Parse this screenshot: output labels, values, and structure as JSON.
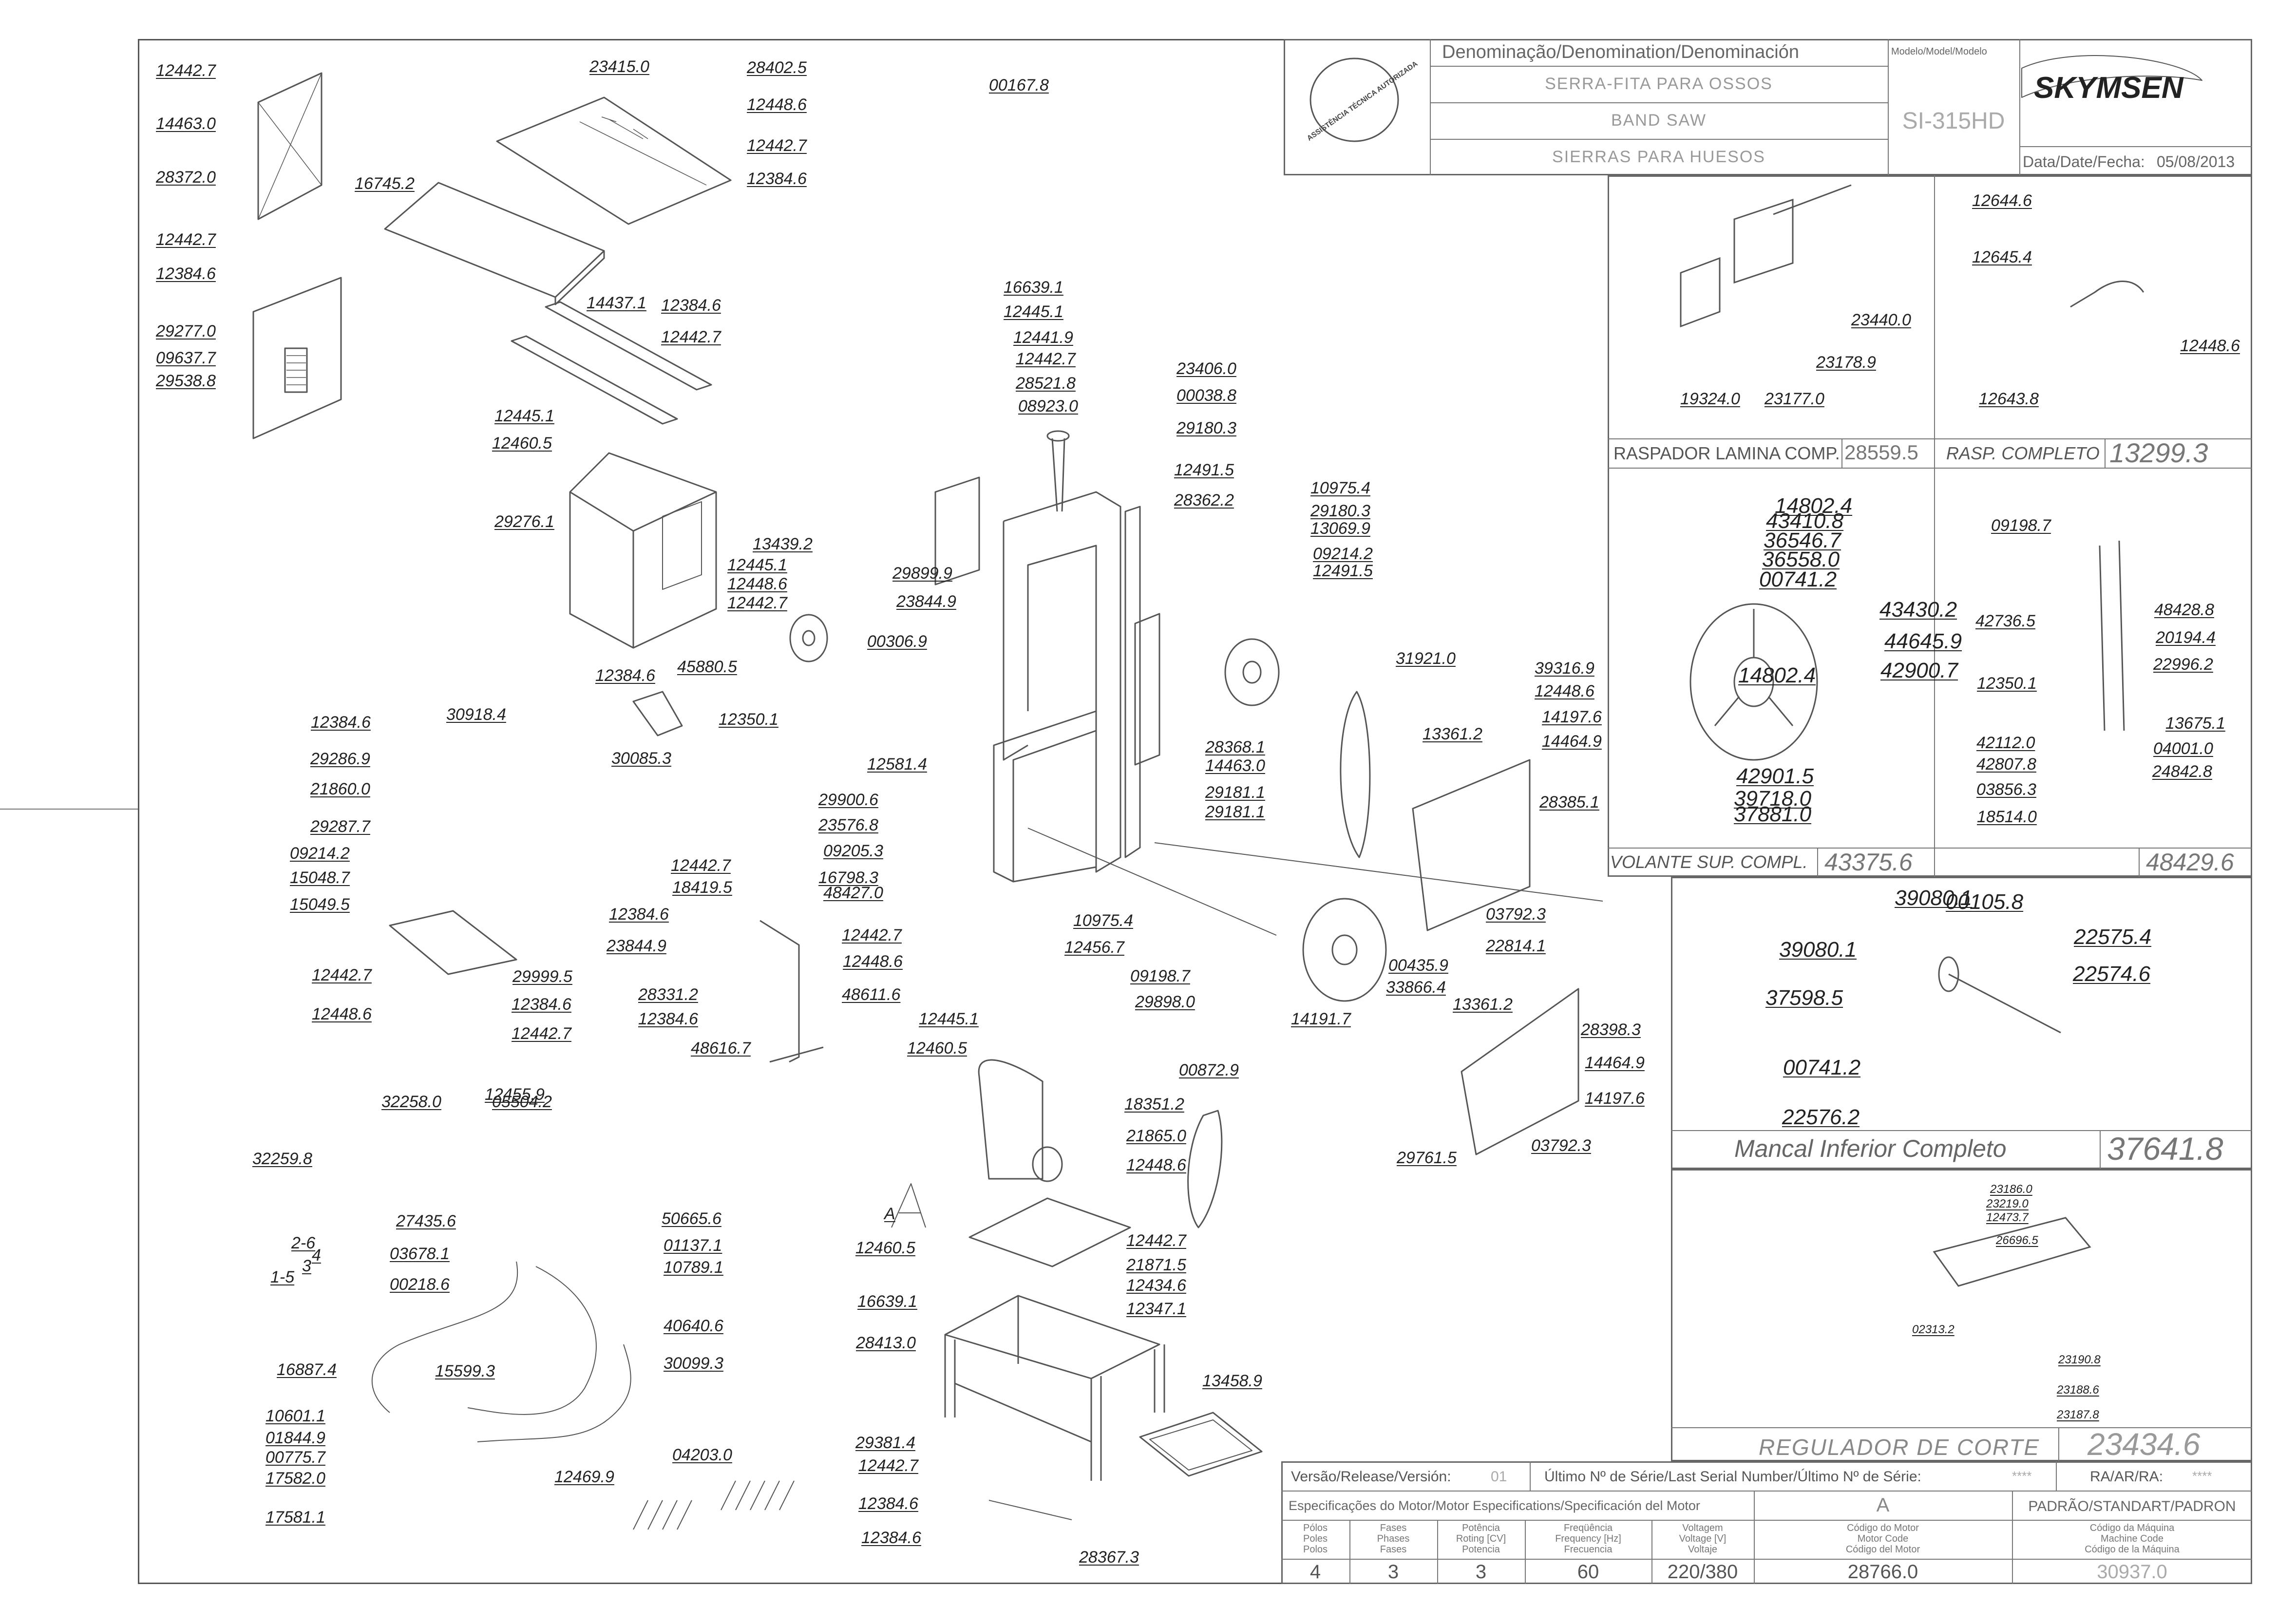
{
  "header": {
    "denomination_title": "Denominação/Denomination/Denominación",
    "names": [
      "SERRA-FITA PARA OSSOS",
      "BAND SAW",
      "SIERRAS PARA HUESOS"
    ],
    "model_label": "Modelo/Model/Modelo",
    "model": "SI-315HD",
    "brand": "SKYMSEN",
    "seal_text": "ASSISTÊNCIA TÉCNICA AUTORIZADA",
    "date_label": "Data/Date/Fecha:",
    "date": "05/08/2013"
  },
  "subassemblies": {
    "raspador_label": "RASPADOR LAMINA COMP.",
    "raspador_code": "28559.5",
    "rasp_completo_label": "RASP. COMPLETO",
    "rasp_completo_code": "13299.3",
    "volante_label": "VOLANTE SUP. COMPL.",
    "volante_code": "43375.6",
    "right_mid_code": "48429.6",
    "mancal_label": "Mancal Inferior Completo",
    "mancal_code": "37641.8",
    "regulador_label": "REGULADOR DE CORTE",
    "regulador_code": "23434.6"
  },
  "main_parts": [
    "12442.7",
    "14463.0",
    "28372.0",
    "12442.7",
    "12384.6",
    "29277.0",
    "09637.7",
    "29538.8",
    "23415.0",
    "28402.5",
    "12448.6",
    "12442.7",
    "12384.6",
    "16745.2",
    "14437.1",
    "12384.6",
    "12442.7",
    "00167.8",
    "12445.1",
    "12460.5",
    "29276.1",
    "13439.2",
    "12445.1",
    "12448.6",
    "12442.7",
    "12384.6",
    "45880.5",
    "00306.9",
    "12350.1",
    "30918.4",
    "30085.3",
    "29899.9",
    "23844.9",
    "16639.1",
    "12445.1",
    "12441.9",
    "12442.7",
    "28521.8",
    "08923.0",
    "23406.0",
    "00038.8",
    "29180.3",
    "12491.5",
    "28362.2",
    "10975.4",
    "29180.3",
    "13069.9",
    "09214.2",
    "12491.5",
    "12581.4",
    "29900.6",
    "23576.8",
    "09205.3",
    "16798.3",
    "48427.0",
    "28368.1",
    "14463.0",
    "29181.1",
    "29181.1",
    "31921.0",
    "39316.9",
    "12448.6",
    "14197.6",
    "14464.9",
    "13361.2",
    "28385.1",
    "03792.3",
    "22814.1",
    "00435.9",
    "33866.4",
    "10975.4",
    "12456.7",
    "09198.7",
    "29898.0",
    "12384.6",
    "29286.9",
    "21860.0",
    "29287.7",
    "09214.2",
    "15048.7",
    "15049.5",
    "12442.7",
    "12448.6",
    "29999.5",
    "12384.6",
    "12442.7",
    "12455.9",
    "12442.7",
    "18419.5",
    "12384.6",
    "23844.9",
    "28331.2",
    "12384.6",
    "12442.7",
    "12448.6",
    "48611.6",
    "48616.7",
    "12445.1",
    "12460.5",
    "18351.2",
    "21865.0",
    "12448.6",
    "12442.7",
    "21871.5",
    "12434.6",
    "12347.1",
    "00872.9",
    "14191.7",
    "13361.2",
    "28398.3",
    "14464.9",
    "14197.6",
    "03792.3",
    "29761.5",
    "12460.5",
    "16639.1",
    "28413.0",
    "29381.4",
    "12442.7",
    "12384.6",
    "12384.6",
    "13458.9",
    "28367.3",
    "32258.0",
    "05504.2",
    "32259.8",
    "27435.6",
    "50665.6",
    "01137.1",
    "10789.1",
    "2-6",
    "4",
    "3",
    "03678.1",
    "1-5",
    "00218.6",
    "40640.6",
    "30099.3",
    "16887.4",
    "15599.3",
    "10601.1",
    "01844.9",
    "00775.7",
    "17582.0",
    "17581.1",
    "12469.9",
    "04203.0",
    "A"
  ],
  "right_parts": {
    "raspador": [
      "23440.0",
      "23178.9",
      "19324.0",
      "23177.0"
    ],
    "rasp": [
      "12644.6",
      "12645.4",
      "12448.6",
      "12643.8"
    ],
    "volante": [
      "14802.4",
      "43410.8",
      "36546.7",
      "36558.0",
      "00741.2",
      "43430.2",
      "44645.9",
      "42900.7",
      "14802.4",
      "42901.5",
      "39718.0",
      "37881.0"
    ],
    "pivot": [
      "09198.7",
      "42736.5",
      "48428.8",
      "20194.4",
      "22996.2",
      "12350.1",
      "13675.1",
      "42112.0",
      "04001.0",
      "42807.8",
      "24842.8",
      "03856.3",
      "18514.0"
    ],
    "mancal": [
      "39080.1",
      "00105.8",
      "39080.1",
      "22575.4",
      "22574.6",
      "37598.5",
      "00741.2",
      "22576.2"
    ],
    "regulador": [
      "23186.0",
      "23219.0",
      "12473.7",
      "26696.5",
      "02313.2",
      "23190.8",
      "23188.6",
      "23187.8"
    ]
  },
  "footer": {
    "version_label": "Versão/Release/Versión:",
    "version": "01",
    "serial_label": "Último Nº de Série/Last Serial Number/Último Nº de Série:",
    "serial": "****",
    "ra_label": "RA/AR/RA:",
    "ra": "****",
    "motor_spec_label": "Especificações do Motor/Motor Especifications/Specificación del Motor",
    "motor_letter": "A",
    "standard_label": "PADRÃO/STANDART/PADRON",
    "columns": [
      {
        "header": "Pólos\nPoles\nPolos",
        "value": "4"
      },
      {
        "header": "Fases\nPhases\nFases",
        "value": "3"
      },
      {
        "header": "Potência\nRoting [CV]\nPotencia",
        "value": "3"
      },
      {
        "header": "Freqüência\nFrequency [Hz]\nFrecuencia",
        "value": "60"
      },
      {
        "header": "Voltagem\nVoltage [V]\nVoltaje",
        "value": "220/380"
      },
      {
        "header": "Código do Motor\nMotor Code\nCódigo del Motor",
        "value": "28766.0"
      },
      {
        "header": "Código da Máquina\nMachine Code\nCódigo de la Máquina",
        "value": "30937.0"
      }
    ]
  }
}
